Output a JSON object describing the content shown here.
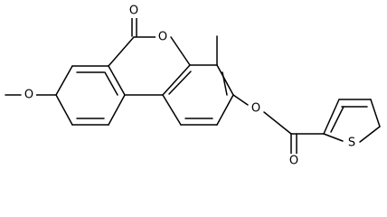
{
  "molecule": {
    "atoms": {
      "carbonyl_o": "O",
      "ring_o": "O",
      "methoxy_o": "O",
      "ester_o": "O",
      "ester_carbonyl_o": "O",
      "thiophene_s": "S"
    }
  }
}
